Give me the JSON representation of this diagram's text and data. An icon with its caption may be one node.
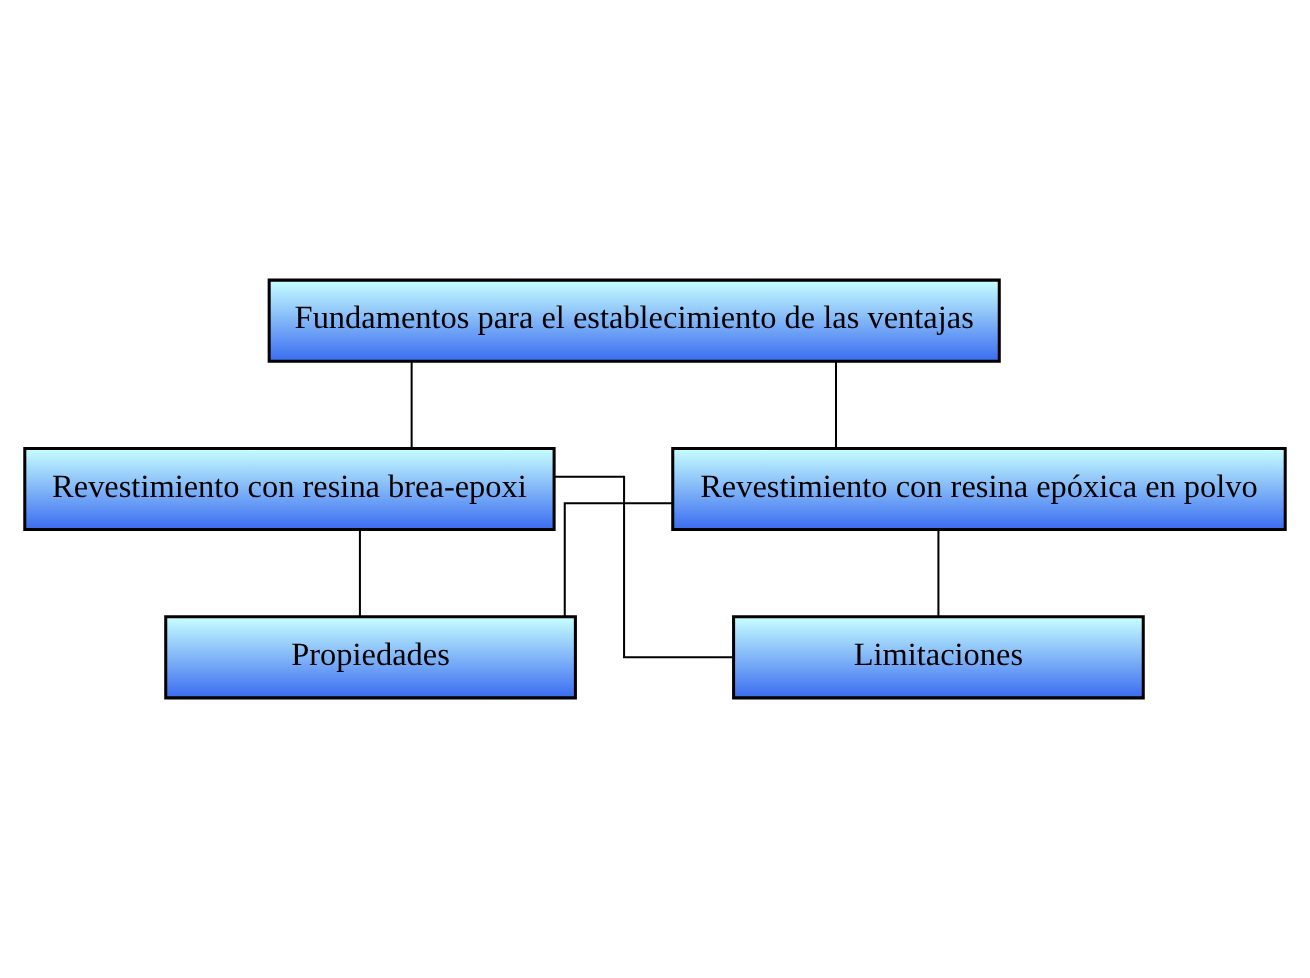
{
  "diagram": {
    "nodes": [
      {
        "text": [
          "Fundamentos para el establecimiento de las ventajas"
        ]
      },
      {
        "text": [
          "Revestimiento con resina brea-epoxi"
        ]
      },
      {
        "text": [
          "Revestimiento con resina epóxica en polvo"
        ]
      },
      {
        "text": [
          "Propiedades"
        ]
      },
      {
        "text": [
          "Limitaciones"
        ]
      }
    ],
    "edges": [
      {
        "from": 0,
        "to": 1,
        "arrow": "none"
      },
      {
        "from": 0,
        "to": 2,
        "arrow": "none"
      },
      {
        "from": 1,
        "to": 3,
        "arrow": "none"
      },
      {
        "from": 1,
        "to": 4,
        "arrow": "none"
      },
      {
        "from": 2,
        "to": 3,
        "arrow": "none"
      },
      {
        "from": 2,
        "to": 4,
        "arrow": "none"
      }
    ]
  }
}
